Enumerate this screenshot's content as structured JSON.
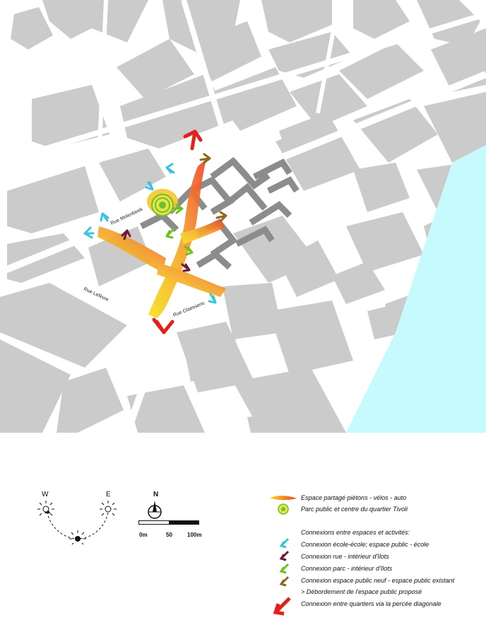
{
  "map": {
    "streets": {
      "molenbeek": "Rue Molenbeek",
      "lefevre": "Rue Lefèvre",
      "claessens": "Rue Claessens"
    }
  },
  "colors": {
    "background": "#ffffff",
    "building": "#cbcbcb",
    "proposed_building": "#8c8c8c",
    "canal": "#c6fafc",
    "shared_space_start": "#f7d81c",
    "shared_space_end": "#f2432a",
    "arrow_school": "#36c6e0",
    "arrow_street": "#6b1a37",
    "arrow_park": "#6cc21a",
    "arrow_public_space": "#8c6a1c",
    "arrow_district": "#e3201b",
    "park": "#6fc030"
  },
  "legend": {
    "shared_space": "Espace partagé piétons - vélos - auto",
    "park": "Parc public et centre du quartier Tivoli",
    "connections_title": "Connexions entre espaces et activités:",
    "school": "Connexion école-école; espace public - école",
    "street": "Connexion rue - intérieur d'îlots",
    "park_connection": "Connexion parc - intérieur d'îlots",
    "public_space": "Connexion espace public neuf - espace public existant",
    "overflow": "> Débordement de l'espace public proposé",
    "district": "Connexion entre quartiers via la percée diagonale"
  },
  "compass": {
    "west": "W",
    "east": "E",
    "north": "N"
  },
  "scale": {
    "label_0": "0m",
    "label_50": "50",
    "label_100": "100m"
  }
}
